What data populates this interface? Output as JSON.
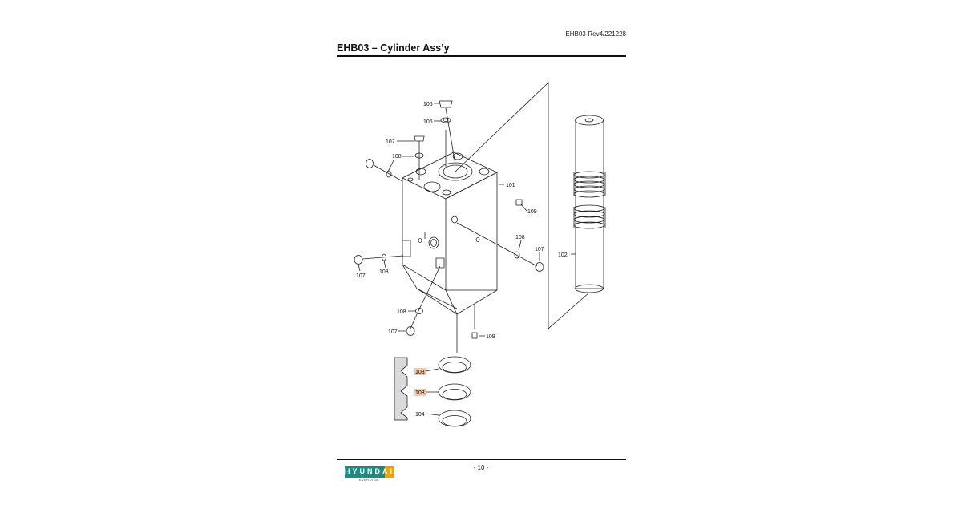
{
  "header": {
    "doc_code": "EHB03-Rev4/221228",
    "title": "EHB03 – Cylinder Ass’y"
  },
  "footer": {
    "page_number": "- 10 -",
    "logo_text": "HYUNDAI",
    "logo_sub": "EVERDIGM",
    "logo_colors": {
      "teal": "#1e8b83",
      "gold": "#f0a300"
    }
  },
  "callouts": {
    "c101": "101",
    "c102": "102",
    "c103a": "103",
    "c103b": "103",
    "c104": "104",
    "c105": "105",
    "c106": "106",
    "c107a": "107",
    "c107b": "107",
    "c107c": "107",
    "c107d": "107",
    "c108a": "108",
    "c108b": "108",
    "c108c": "108",
    "c108d": "108",
    "c109a": "109",
    "c109b": "109"
  },
  "highlight_color": "#f6c9a6"
}
